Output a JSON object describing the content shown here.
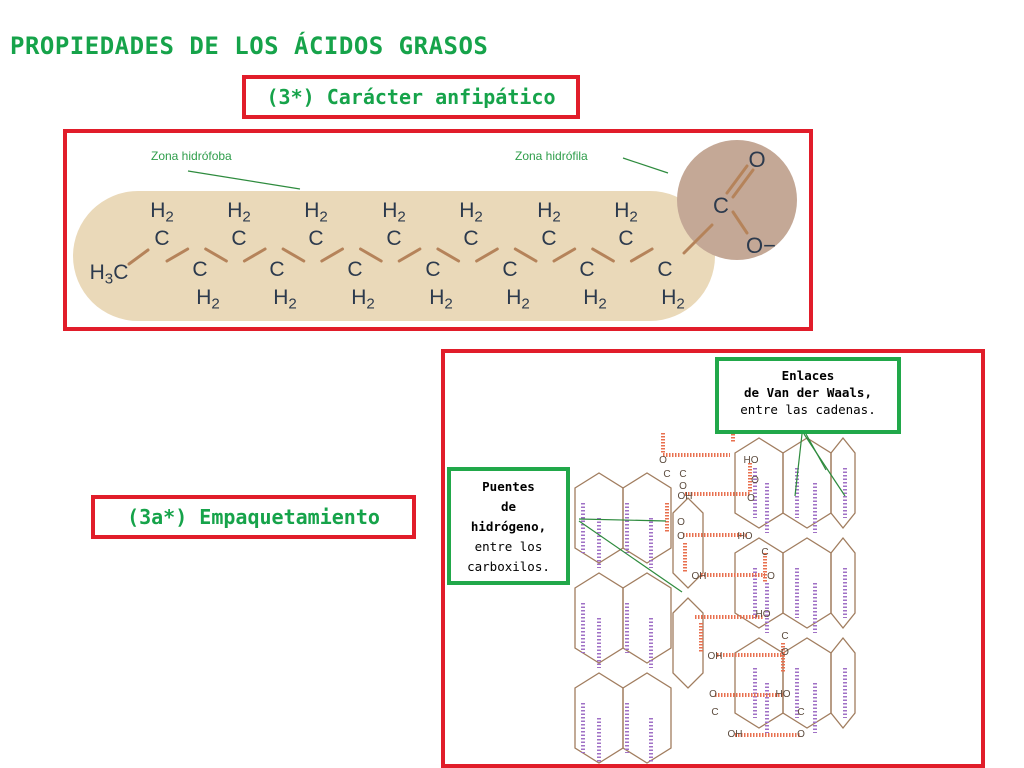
{
  "title": "PROPIEDADES DE LOS ÁCIDOS GRASOS",
  "section_anfipatico": "(3*) Carácter anfipático",
  "section_empaquetamiento": "(3a*) Empaquetamiento",
  "molecule": {
    "zone_hydrophobic": "Zona hidrófoba",
    "zone_hydrophilic": "Zona hidrófila",
    "methyl": "H3C",
    "carbon": "C",
    "h2": "H2",
    "oxygen": "O",
    "oxide": "O−"
  },
  "packing": {
    "van_der_waals": {
      "line1": "Enlaces",
      "line2": "de Van der Waals,",
      "line3": "entre las cadenas."
    },
    "hydrogen_bridges": {
      "line1": "Puentes",
      "line2": "de",
      "line3": "hidrógeno,",
      "line4": "entre los",
      "line5": "carboxilos."
    },
    "labels": {
      "o": "O",
      "c": "C",
      "oh": "OH",
      "ho": "HO"
    }
  },
  "colors": {
    "title_green": "#16a34a",
    "box_red": "#e11d2a",
    "box_green": "#21a84a",
    "hydrophobic_fill": "#ead9b9",
    "hydrophilic_fill": "#c4a896",
    "bond_brown": "#b5835a",
    "chain_purple": "#a071c6",
    "hbond_orange": "#e8704f"
  }
}
